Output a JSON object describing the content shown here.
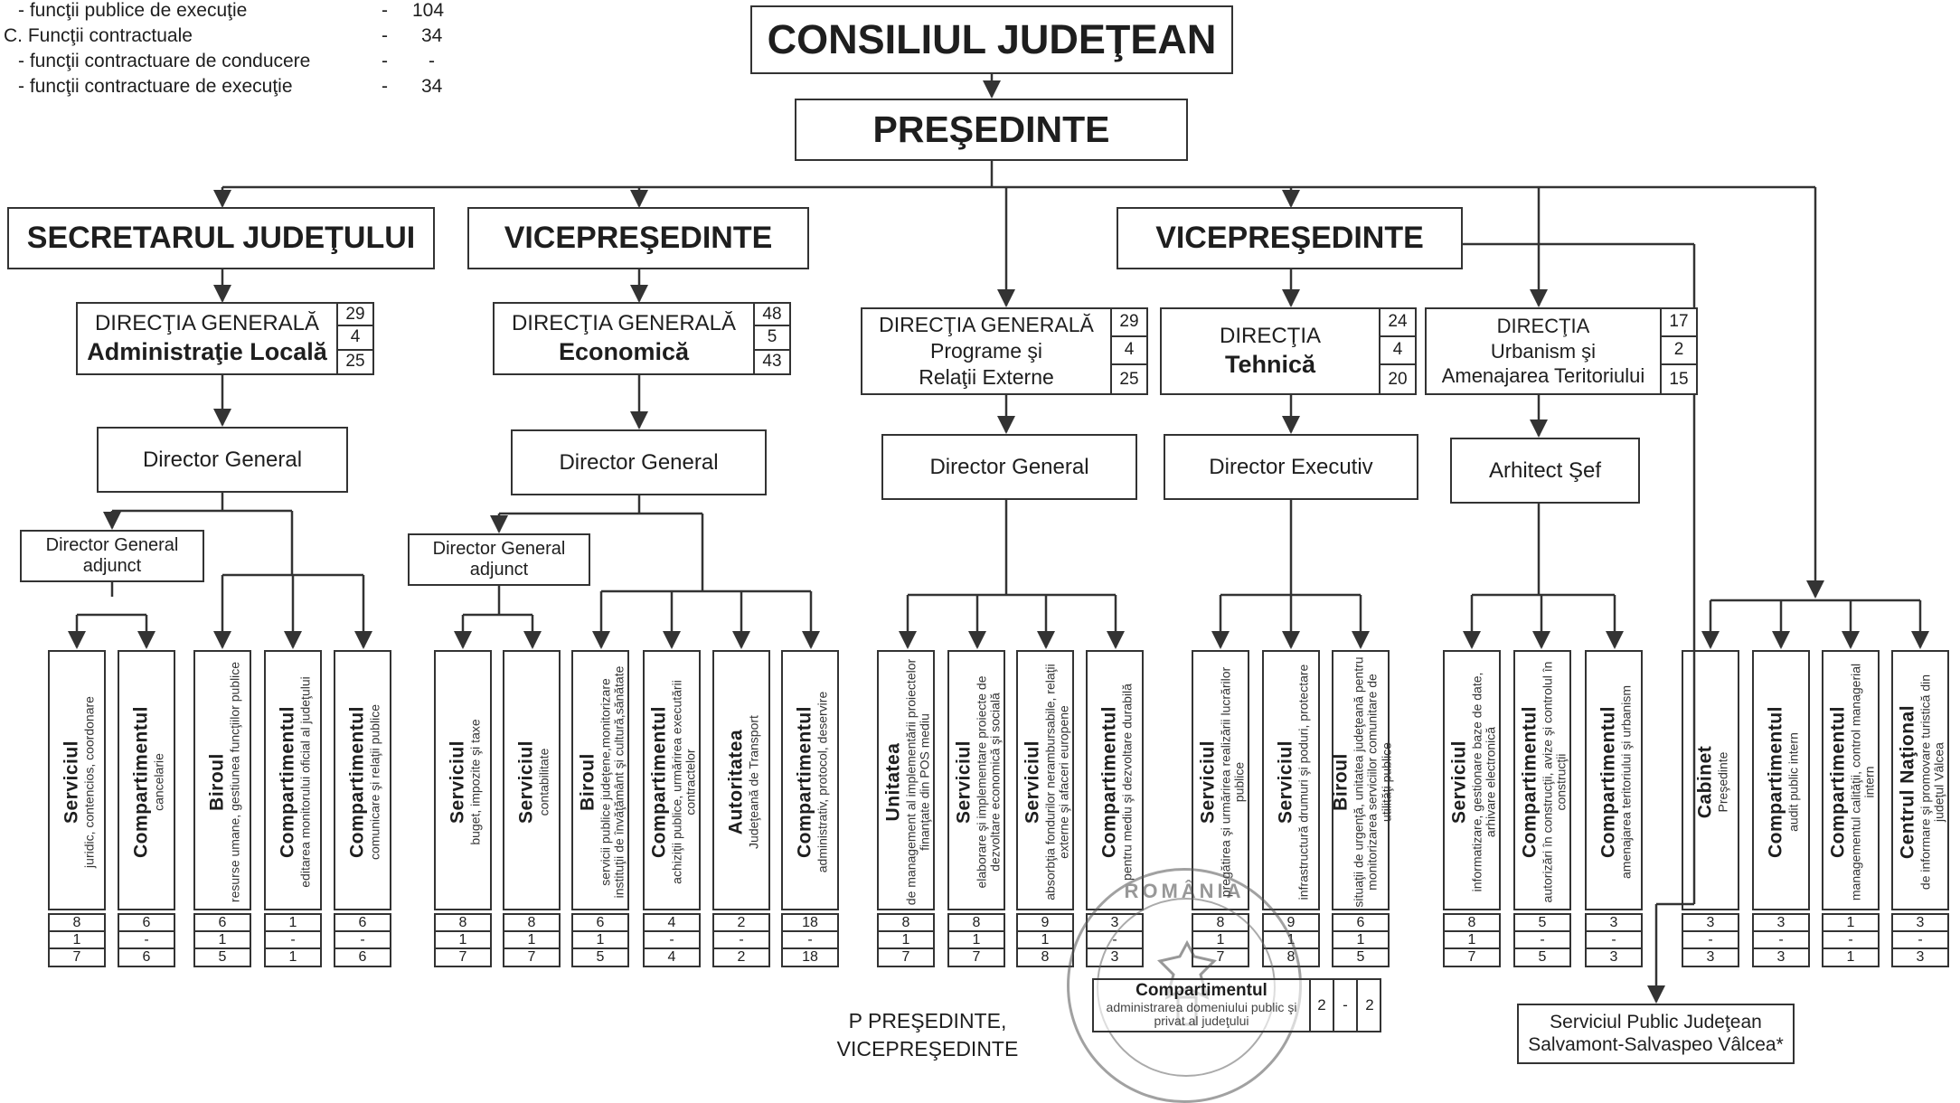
{
  "legend": {
    "rows": [
      {
        "label": "- funcţii publice de execuţie",
        "dash": "-",
        "value": "104"
      },
      {
        "label": "C. Funcţii contractuale",
        "dash": "-",
        "value": "34"
      },
      {
        "label": "- funcţii contractuare de conducere",
        "dash": "-",
        "value": "-"
      },
      {
        "label": "- funcţii contractuare de execuţie",
        "dash": "-",
        "value": "34"
      }
    ]
  },
  "top": {
    "council": "CONSILIUL JUDEŢEAN",
    "president": "PREŞEDINTE"
  },
  "level2": {
    "secretary": "SECRETARUL JUDEŢULUI",
    "vp1": "VICEPREŞEDINTE",
    "vp2": "VICEPREŞEDINTE"
  },
  "directorates": [
    {
      "line1": "DIRECŢIA GENERALĂ",
      "line2": "Administraţie Locală",
      "line3": "",
      "n": [
        "29",
        "4",
        "25"
      ]
    },
    {
      "line1": "DIRECŢIA GENERALĂ",
      "line2": "Economică",
      "line3": "",
      "n": [
        "48",
        "5",
        "43"
      ]
    },
    {
      "line1": "DIRECŢIA GENERALĂ",
      "line2": "Programe şi",
      "line3": "Relaţii Externe",
      "n": [
        "29",
        "4",
        "25"
      ]
    },
    {
      "line1": "DIRECŢIA",
      "line2": "Tehnică",
      "line3": "",
      "n": [
        "24",
        "4",
        "20"
      ]
    },
    {
      "line1": "DIRECŢIA",
      "line2": "Urbanism şi",
      "line3": "Amenajarea Teritoriului",
      "n": [
        "17",
        "2",
        "15"
      ]
    }
  ],
  "directors": [
    "Director General",
    "Director General",
    "Director General",
    "Director Executiv",
    "Arhitect Şef"
  ],
  "deputies": [
    "Director General adjunct",
    "Director General adjunct"
  ],
  "units": [
    {
      "title": "Serviciul",
      "sub": "juridic, contencios, coordonare",
      "n": [
        "8",
        "1",
        "7"
      ]
    },
    {
      "title": "Compartimentul",
      "sub": "cancelarie",
      "n": [
        "6",
        "-",
        "6"
      ]
    },
    {
      "title": "Biroul",
      "sub": "resurse umane, gestiunea funcţiilor publice",
      "n": [
        "6",
        "1",
        "5"
      ]
    },
    {
      "title": "Compartimentul",
      "sub": "editarea monitorului oficial al judeţului",
      "n": [
        "1",
        "-",
        "1"
      ]
    },
    {
      "title": "Compartimentul",
      "sub": "comunicare şi relaţii publice",
      "n": [
        "6",
        "-",
        "6"
      ]
    },
    {
      "title": "Serviciul",
      "sub": "buget, impozite şi taxe",
      "n": [
        "8",
        "1",
        "7"
      ]
    },
    {
      "title": "Serviciul",
      "sub": "contabilitate",
      "n": [
        "8",
        "1",
        "7"
      ]
    },
    {
      "title": "Biroul",
      "sub": "servicii publice judeţene,monitorizare instituţii de învăţământ şi cultură,sănătate",
      "n": [
        "6",
        "1",
        "5"
      ]
    },
    {
      "title": "Compartimentul",
      "sub": "achiziţii publice, urmărirea executării contractelor",
      "n": [
        "4",
        "-",
        "4"
      ]
    },
    {
      "title": "Autoritatea",
      "sub": "Judeţeană de Transport",
      "n": [
        "2",
        "-",
        "2"
      ]
    },
    {
      "title": "Compartimentul",
      "sub": "administrativ, protocol, deservire",
      "n": [
        "18",
        "-",
        "18"
      ]
    },
    {
      "title": "Unitatea",
      "sub": "de management al implementării proiectelor finanţate din POS mediu",
      "n": [
        "8",
        "1",
        "7"
      ]
    },
    {
      "title": "Serviciul",
      "sub": "elaborare şi implementare proiecte de dezvoltare economică şi socială",
      "n": [
        "8",
        "1",
        "7"
      ]
    },
    {
      "title": "Serviciul",
      "sub": "absorbţia fondurilor nerambursabile, relaţii externe şi afaceri europene",
      "n": [
        "9",
        "1",
        "8"
      ]
    },
    {
      "title": "Compartimentul",
      "sub": "pentru mediu şi dezvoltare durabilă",
      "n": [
        "3",
        "-",
        "3"
      ]
    },
    {
      "title": "Serviciul",
      "sub": "pregătirea şi urmărirea realizării lucrărilor publice",
      "n": [
        "8",
        "1",
        "7"
      ]
    },
    {
      "title": "Serviciul",
      "sub": "infrastructură drumuri şi poduri, protectare",
      "n": [
        "9",
        "1",
        "8"
      ]
    },
    {
      "title": "Biroul",
      "sub": "situaţii de urgenţă, unitatea judeţeană pentru monitorizarea serviciilor comunitare de utilităţi publice",
      "n": [
        "6",
        "1",
        "5"
      ]
    },
    {
      "title": "Serviciul",
      "sub": "informatizare, gestionare baze de date, arhivare electronică",
      "n": [
        "8",
        "1",
        "7"
      ]
    },
    {
      "title": "Compartimentul",
      "sub": "autorizări în construcţii, avize şi controlul în construcţii",
      "n": [
        "5",
        "-",
        "5"
      ]
    },
    {
      "title": "Compartimentul",
      "sub": "amenajarea teritoriului şi urbanism",
      "n": [
        "3",
        "-",
        "3"
      ]
    },
    {
      "title": "Cabinet",
      "sub": "Preşedinte",
      "n": [
        "3",
        "-",
        "3"
      ]
    },
    {
      "title": "Compartimentul",
      "sub": "audit public intern",
      "n": [
        "3",
        "-",
        "3"
      ]
    },
    {
      "title": "Compartimentul",
      "sub": "managementul calităţii, control managerial intern",
      "n": [
        "1",
        "-",
        "1"
      ]
    },
    {
      "title": "Centrul Naţional",
      "sub": "de informare şi promovare turistică din judeţul Vâlcea",
      "n": [
        "3",
        "-",
        "3"
      ]
    }
  ],
  "compartment_overlay": {
    "title": "Compartimentul",
    "sub": "administrarea domeniului public şi privat al judeţului",
    "n": [
      "2",
      "-",
      "2"
    ]
  },
  "stamp": {
    "text": "ROMÂNIA"
  },
  "caption": {
    "line1": "P PREŞEDINTE,",
    "line2": "VICEPREŞEDINTE"
  },
  "salvamont": {
    "line1": "Serviciul Public Judeţean",
    "line2": "Salvamont-Salvaspeo Vâlcea*"
  },
  "colors": {
    "line": "#333333",
    "text": "#1e1e1e",
    "background": "#ffffff"
  }
}
